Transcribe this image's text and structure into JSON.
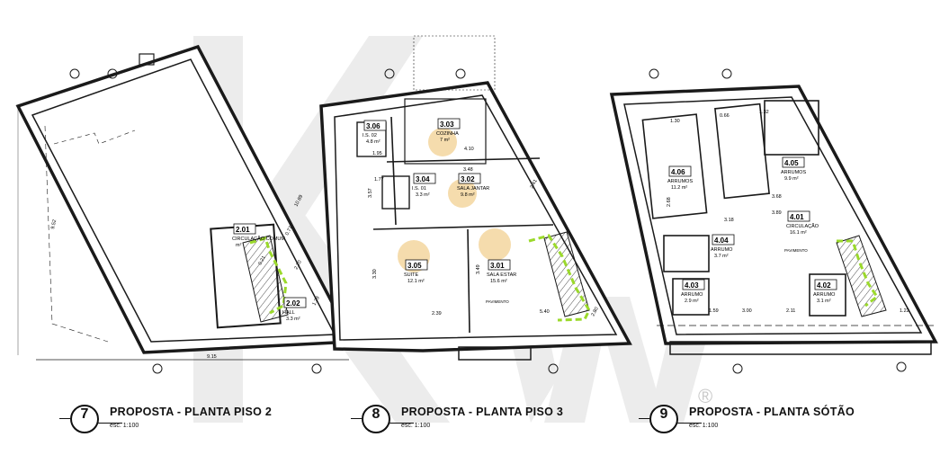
{
  "plans": [
    {
      "number": "7",
      "title": "PROPOSTA - PLANTA PISO 2",
      "scale": "esc. 1:100",
      "rooms": [
        {
          "code": "2.01",
          "name": "CIRCULAÇÃO COMUM",
          "area": "m²"
        },
        {
          "code": "2.02",
          "name": "HALL",
          "area": "3.3 m²"
        }
      ],
      "dimensions": [
        "9.15",
        "9.52",
        "10.89",
        "0.77",
        "2.20",
        "0.21",
        "1.29"
      ]
    },
    {
      "number": "8",
      "title": "PROPOSTA - PLANTA PISO 3",
      "scale": "esc. 1:100",
      "rooms": [
        {
          "code": "3.06",
          "name": "I.S. 02",
          "area": "4.8 m²"
        },
        {
          "code": "3.03",
          "name": "COZINHA",
          "area": "7 m²"
        },
        {
          "code": "3.04",
          "name": "I.S. 01",
          "area": "3.3 m²"
        },
        {
          "code": "3.02",
          "name": "SALA JANTAR",
          "area": "9.8 m²"
        },
        {
          "code": "3.05",
          "name": "SUITE",
          "area": "12.1 m²"
        },
        {
          "code": "3.01",
          "name": "SALA ESTAR",
          "area": "15.6 m²"
        }
      ],
      "dimensions": [
        "1.95",
        "1.77",
        "4.10",
        "3.48",
        "2.41",
        "3.57",
        "3.30",
        "3.49",
        "2.39",
        "5.40",
        "2.80"
      ],
      "annotation": "PAVIMENTO"
    },
    {
      "number": "9",
      "title": "PROPOSTA - PLANTA SÓTÃO",
      "scale": "esc. 1:100",
      "rooms": [
        {
          "code": "4.06",
          "name": "ARRUMOS",
          "area": "11.2 m²"
        },
        {
          "code": "4.05",
          "name": "ARRUMOS",
          "area": "9.9 m²"
        },
        {
          "code": "4.01",
          "name": "CIRCULAÇÃO",
          "area": "16.1 m²"
        },
        {
          "code": "4.04",
          "name": "ARRUMO",
          "area": "3.7 m²"
        },
        {
          "code": "4.03",
          "name": "ARRUMO",
          "area": "2.9 m²"
        },
        {
          "code": "4.02",
          "name": "ARRUMO",
          "area": "3.1 m²"
        }
      ],
      "dimensions": [
        "1.30",
        "0.66",
        "1.32",
        "3.68",
        "3.89",
        "3.18",
        "3.00",
        "2.11",
        "1.59",
        "1.22",
        "2.68"
      ],
      "annotation": "PAVIMENTO"
    }
  ],
  "watermark": "®",
  "colors": {
    "line": "#1a1a1a",
    "route": "#9bd92b",
    "room_highlight": "#e8b24a",
    "watermark": "#d0d0d0"
  }
}
